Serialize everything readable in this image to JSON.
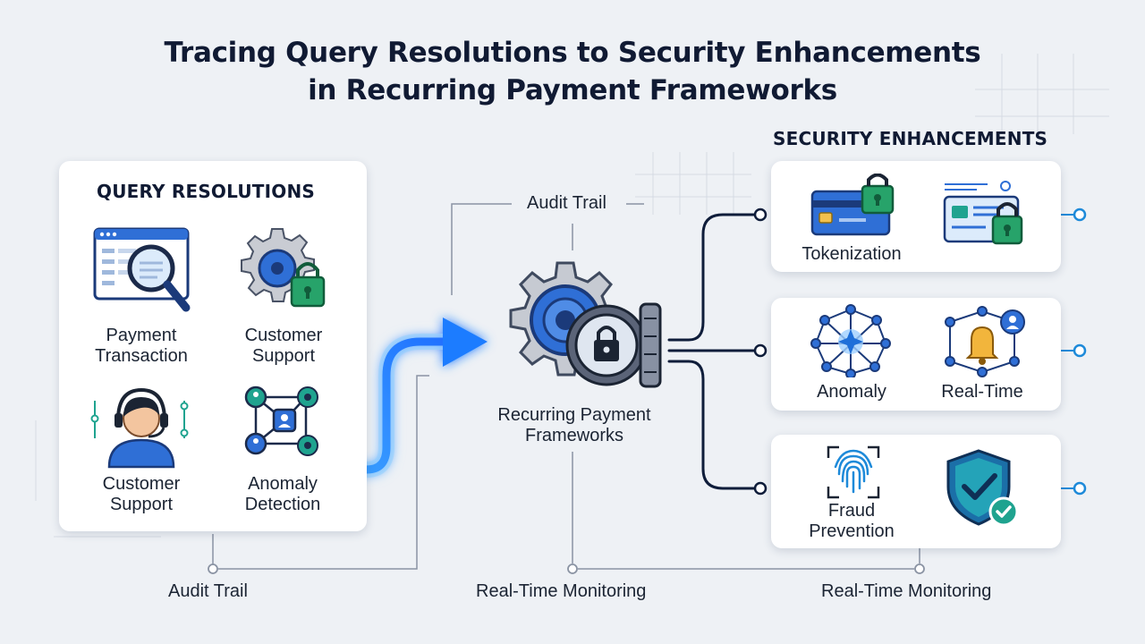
{
  "title": {
    "line1": "Tracing Query Resolutions to Security Enhancements",
    "line2": "in Recurring Payment Frameworks"
  },
  "query_panel": {
    "heading": "QUERY RESOLUTIONS",
    "items": [
      {
        "label_line1": "Payment",
        "label_line2": "Transaction",
        "icon": "magnifier-browser-icon"
      },
      {
        "label_line1": "Customer",
        "label_line2": "Support",
        "icon": "gear-lock-icon"
      },
      {
        "label_line1": "Customer",
        "label_line2": "Support",
        "icon": "headset-agent-icon"
      },
      {
        "label_line1": "Anomaly",
        "label_line2": "Detection",
        "icon": "network-gears-icon"
      }
    ]
  },
  "center": {
    "label_line1": "Recurring Payment",
    "label_line2": "Frameworks",
    "icon": "gear-vault-lock-icon"
  },
  "security_panel": {
    "heading": "SECURITY ENHANCEMENTS",
    "cards": [
      {
        "label": "Tokenization",
        "icons": [
          "credit-card-lock-icon",
          "id-card-lock-icon"
        ]
      },
      {
        "label_left": "Anomaly",
        "label_right": "Real-Time",
        "icons": [
          "network-anomaly-icon",
          "alert-bell-network-icon"
        ]
      },
      {
        "label_line1": "Fraud",
        "label_line2": "Prevention",
        "icons": [
          "fingerprint-icon",
          "shield-check-icon"
        ]
      }
    ]
  },
  "flow_labels": {
    "audit_top": "Audit Trail",
    "audit_bottom": "Audit Trail",
    "monitoring_center": "Real-Time Monitoring",
    "monitoring_right": "Real-Time Monitoring"
  },
  "colors": {
    "accent_blue": "#1e6fd9",
    "navy": "#0f1d3a",
    "teal": "#1fa38f",
    "glow_arrow": "#1f8cff",
    "line_gray": "#8a93a3"
  }
}
